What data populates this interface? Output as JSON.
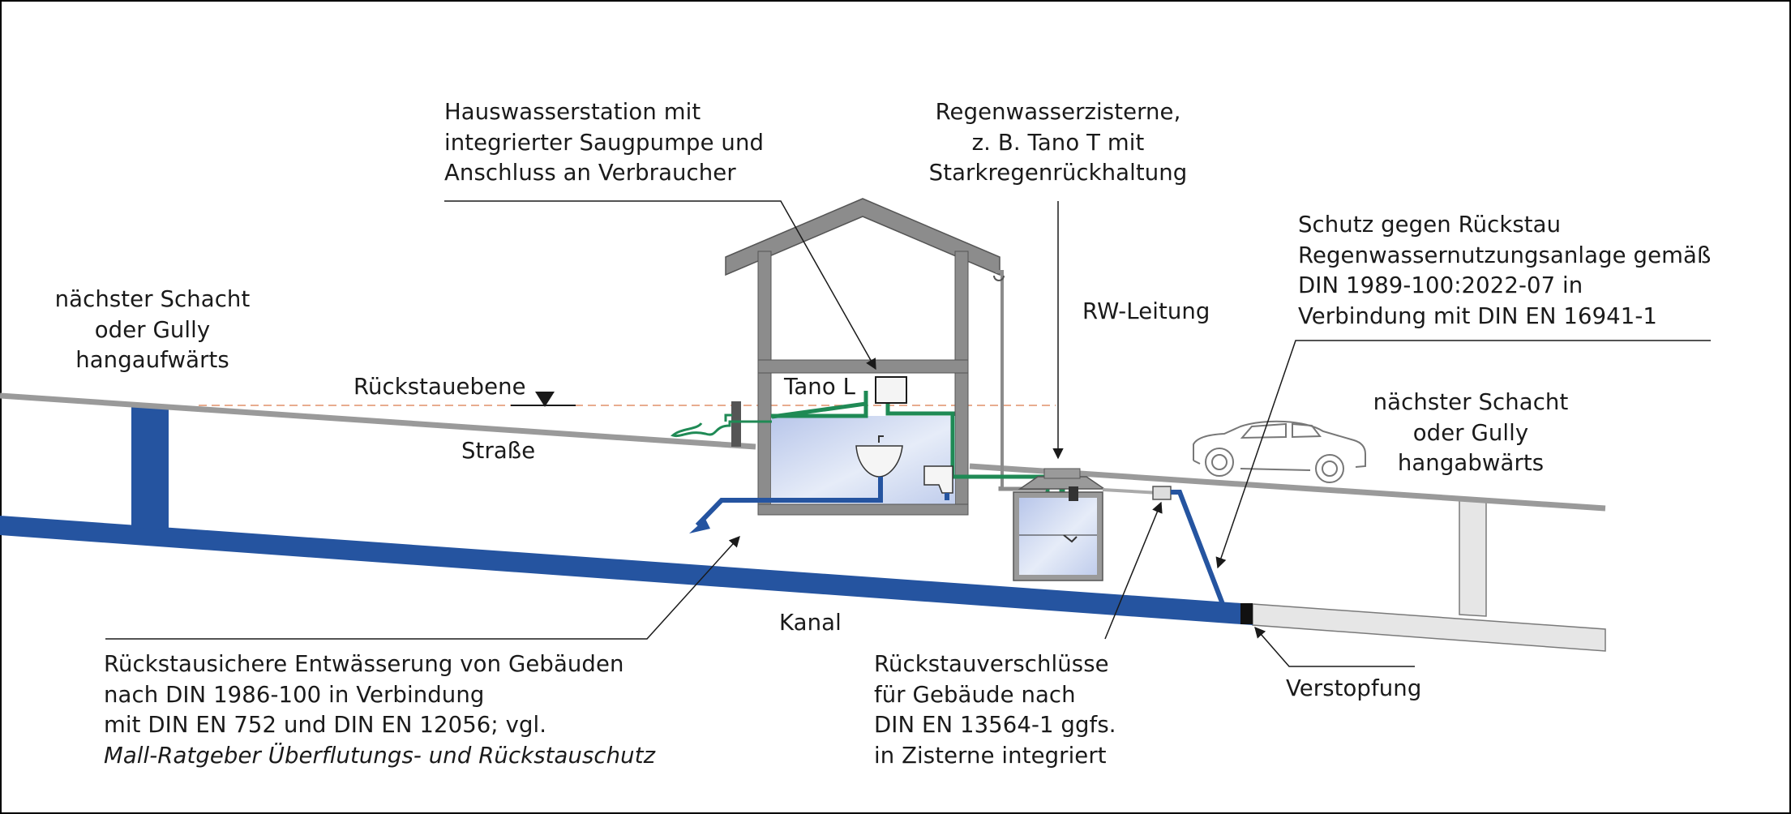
{
  "labels": {
    "hauswasserstation": [
      "Hauswasserstation mit",
      "integrierter Saugpumpe und",
      "Anschluss an Verbraucher"
    ],
    "regenwasserzisterne": [
      "Regenwasserzisterne,",
      "z. B. Tano T mit",
      "Starkregenrückhaltung"
    ],
    "schutz": [
      "Schutz gegen Rückstau",
      "Regenwassernutzungsanlage gemäß",
      "DIN 1989-100:2022-07 in",
      "Verbindung mit DIN EN 16941-1"
    ],
    "schacht_auf": [
      "nächster Schacht",
      "oder Gully",
      "hangaufwärts"
    ],
    "schacht_ab": [
      "nächster Schacht",
      "oder Gully",
      "hangabwärts"
    ],
    "rueckstauebene": "Rückstauebene",
    "strasse": "Straße",
    "tano_l": "Tano L",
    "rw_leitung": "RW-Leitung",
    "kanal": "Kanal",
    "verstopfung": "Verstopfung",
    "entwaesserung": [
      "Rückstausichere Entwässerung von Gebäuden",
      "nach DIN 1986-100 in Verbindung",
      "mit DIN EN 752 und DIN EN 12056; vgl."
    ],
    "ratgeber": "Mall-Ratgeber Überflutungs- und Rückstauschutz",
    "rueckstauverschluesse": [
      "Rückstauverschlüsse",
      "für Gebäude nach",
      "DIN EN 13564-1 ggfs.",
      "in Zisterne integriert"
    ]
  },
  "colors": {
    "sewer_blue": "#2554a0",
    "water_fill": "#c7d3ee",
    "pipe_green": "#1f8a55",
    "house_grey": "#8c8c8c",
    "road_grey": "#9a9a9a",
    "backflow_line": "#e0906a",
    "inactive_sewer": "#e6e6e6"
  }
}
